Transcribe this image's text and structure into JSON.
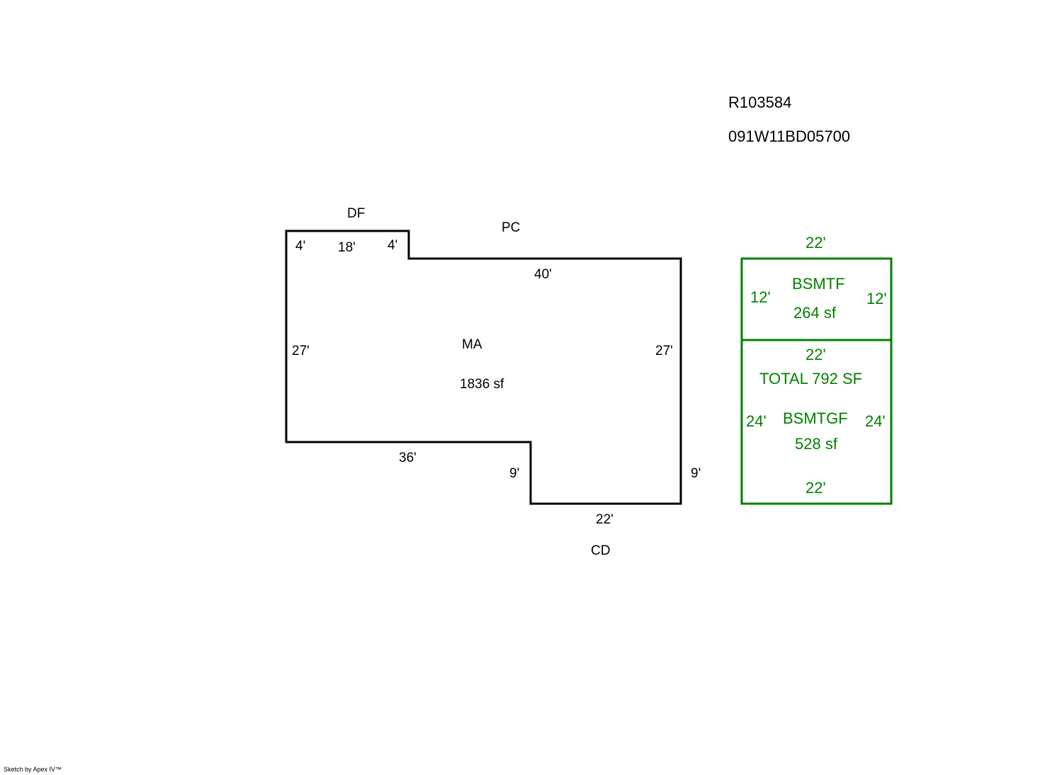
{
  "header": {
    "account": "R103584",
    "map_number": "091W11BD05700"
  },
  "main_area": {
    "code": "MA",
    "area": "1836 sf",
    "stroke": "#000000",
    "labels": {
      "df": "DF",
      "pc": "PC",
      "cd": "CD",
      "dim_top_left": "4'",
      "dim_top_mid": "18'",
      "dim_top_step": "4'",
      "dim_top_right": "40'",
      "dim_left": "27'",
      "dim_right_upper": "27'",
      "dim_bottom_left": "36'",
      "dim_bottom_step": "9'",
      "dim_right_lower": "9'",
      "dim_bottom_right": "22'"
    }
  },
  "basement": {
    "stroke": "#008000",
    "top_dim": "22'",
    "upper": {
      "code": "BSMTF",
      "area": "264 sf",
      "dim_left": "12'",
      "dim_right": "12'"
    },
    "mid_dim": "22'",
    "total": "TOTAL  792 SF",
    "lower": {
      "code": "BSMTGF",
      "area": "528 sf",
      "dim_left": "24'",
      "dim_right": "24'"
    },
    "bottom_dim": "22'"
  },
  "footer": {
    "credit": "Sketch by Apex IV™"
  }
}
